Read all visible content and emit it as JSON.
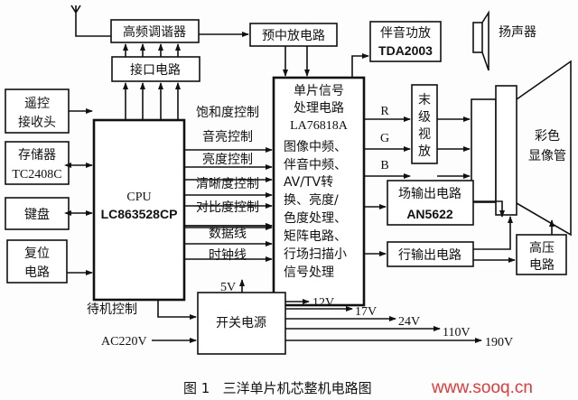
{
  "blocks": {
    "tuner": "高频调谐器",
    "interface": "接口电路",
    "pre_if": "预中放电路",
    "audio_amp": [
      "伴音功放",
      "TDA2003"
    ],
    "speaker": "扬声器",
    "remote": [
      "遥控",
      "接收头"
    ],
    "memory": [
      "存储器",
      "TC2408C"
    ],
    "keyboard": "键盘",
    "reset": [
      "复位",
      "电路"
    ],
    "cpu": [
      "CPU",
      "LC863528CP"
    ],
    "chip": [
      "单片信号",
      "处理电路",
      "LA76818A",
      "图像中频、",
      "伴音中频、",
      "AV/TV转",
      "换、亮度/",
      "色度处理、",
      "矩阵电路、",
      "行场扫描小",
      "信号处理"
    ],
    "final_video": [
      "末",
      "级",
      "视",
      "放"
    ],
    "crt": [
      "彩色",
      "显像管"
    ],
    "vertical_out": [
      "场输出电路",
      "AN5622"
    ],
    "horizontal_out": "行输出电路",
    "high_voltage": [
      "高压",
      "电路"
    ],
    "power": "开关电源"
  },
  "signals": {
    "cpu_to_chip": [
      "饱和度控制",
      "音亮控制",
      "亮度控制",
      "清晰度控制",
      "对比度控制",
      "数据线",
      "时钟线"
    ],
    "rgb": [
      "R",
      "G",
      "B"
    ],
    "standby": "待机控制",
    "ac_in": "AC220V",
    "outputs": [
      "5V",
      "12V",
      "17V",
      "24V",
      "110V",
      "190V"
    ]
  },
  "caption": "图 1   三洋单片机芯整机电路图",
  "watermark": "www.sooq.cn",
  "colors": {
    "line": "#111111",
    "watermark": "#e23a3a"
  }
}
